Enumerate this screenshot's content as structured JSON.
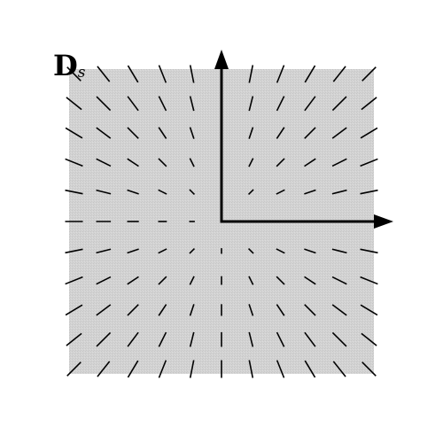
{
  "label": {
    "main": "D",
    "subscript": "s"
  },
  "colors": {
    "domain_fill": "#d3d3d3",
    "stroke": "#000000",
    "background": "#ffffff"
  },
  "field": {
    "grid_counts": [
      11,
      11
    ],
    "description_kind": "director field radiating from origin"
  }
}
